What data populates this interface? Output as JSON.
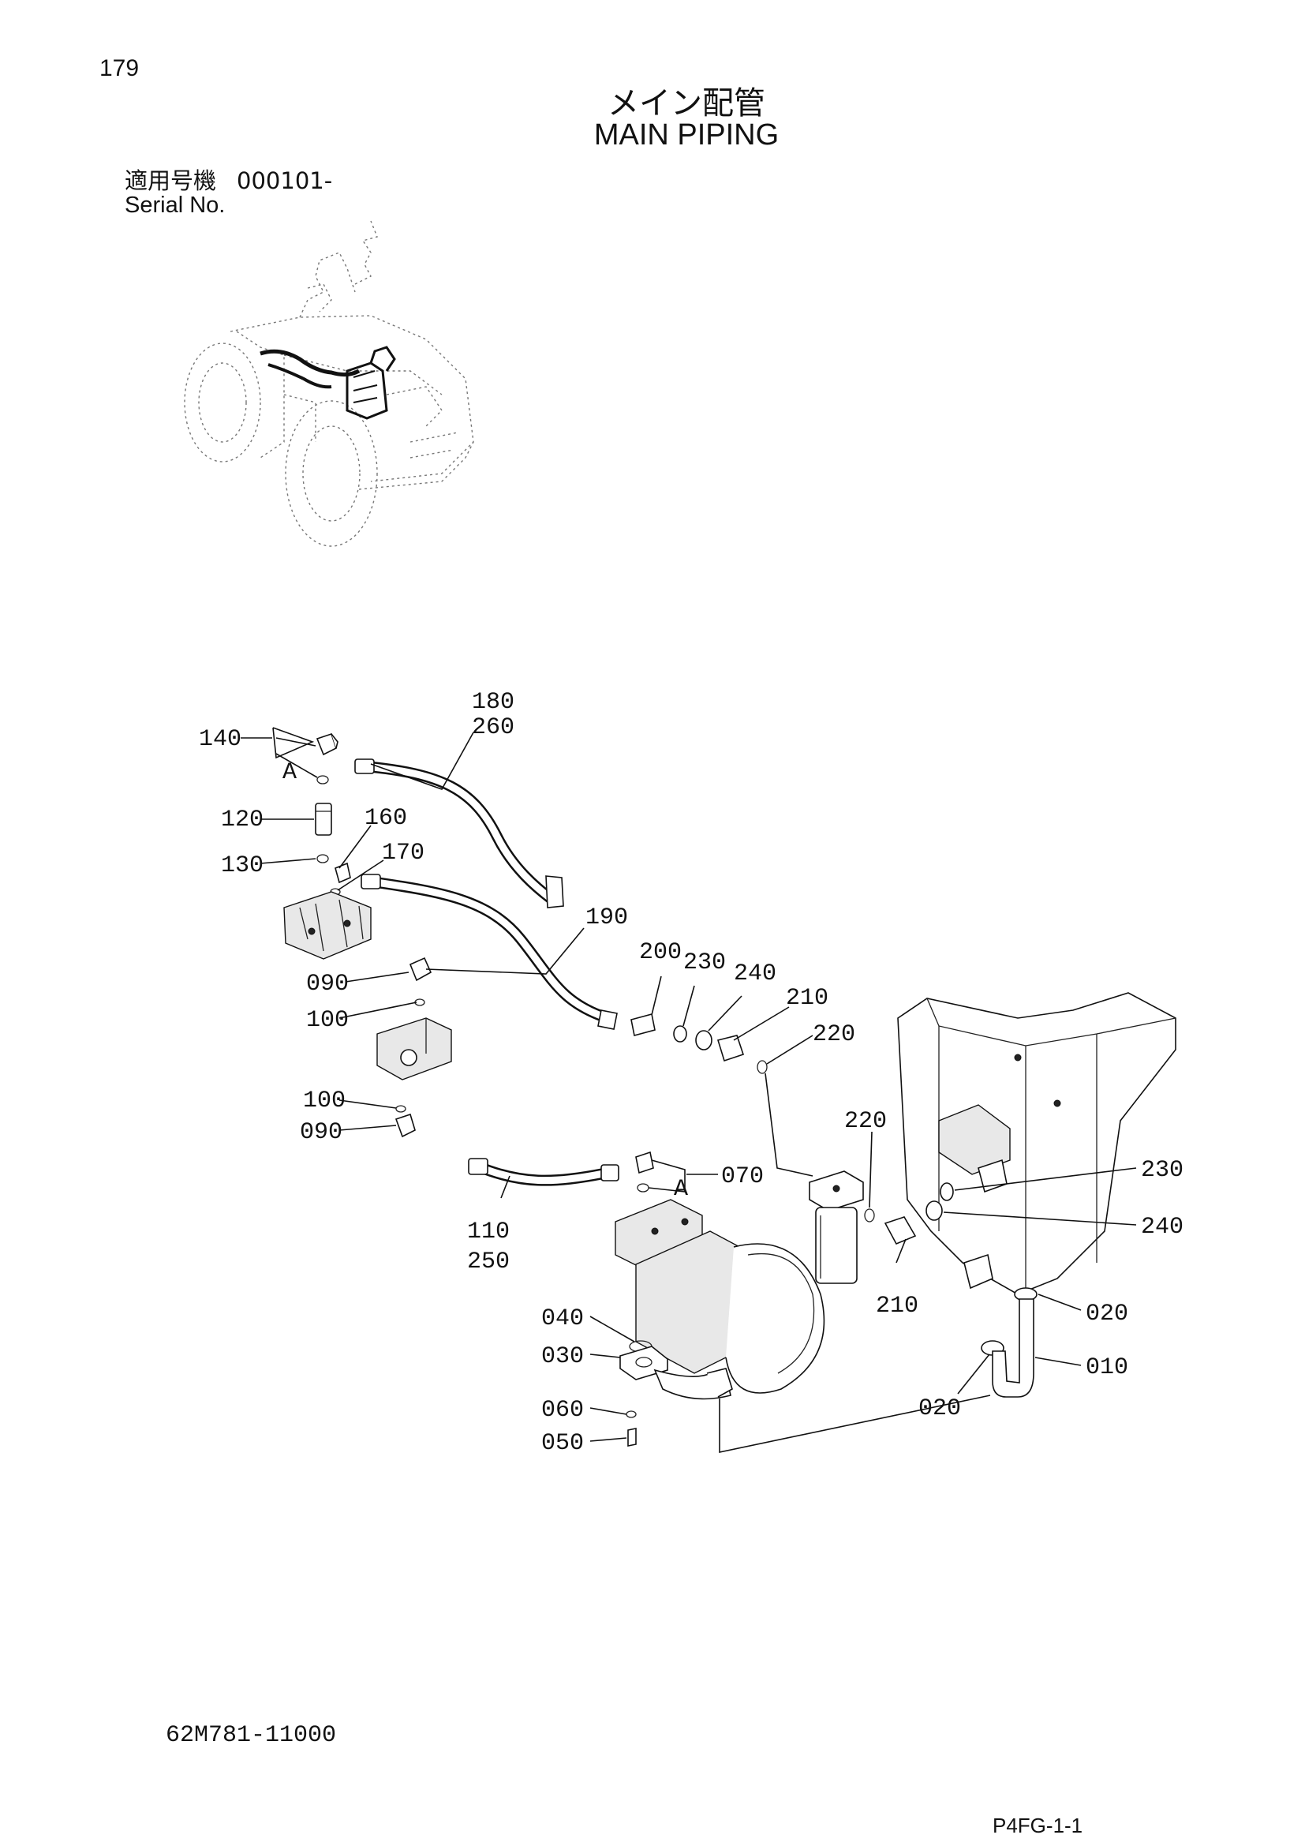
{
  "header": {
    "page_number": "179",
    "title_jp": "メイン配管",
    "title_en": "MAIN PIPING",
    "serial_label_jp": "適用号機",
    "serial_value": "000101-",
    "serial_label_en": "Serial No."
  },
  "callouts": [
    "180",
    "260",
    "140",
    "A",
    "120",
    "160",
    "130",
    "170",
    "190",
    "200",
    "230",
    "240",
    "210",
    "220",
    "090",
    "100",
    "100",
    "090",
    "220",
    "070",
    "A",
    "230",
    "240",
    "110",
    "250",
    "210",
    "040",
    "020",
    "030",
    "010",
    "060",
    "020",
    "050"
  ],
  "footer": {
    "drawing_number": "62M781-11000",
    "sheet_code": "P4FG-1-1"
  }
}
